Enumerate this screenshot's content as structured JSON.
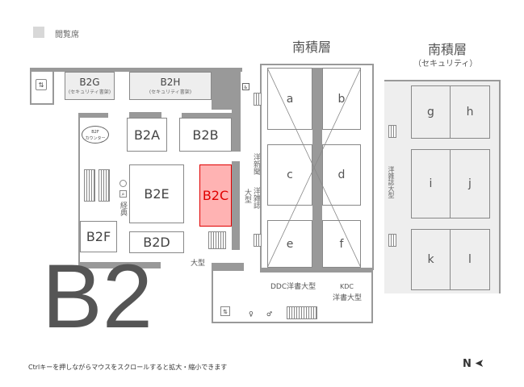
{
  "legend": {
    "label": "閲覧席",
    "swatch_color": "#d8d8d8"
  },
  "floor": {
    "label": "B2"
  },
  "rooms": {
    "b2g": {
      "name": "B2G",
      "sub": "(セキュリティ書架)"
    },
    "b2h": {
      "name": "B2H",
      "sub": "(セキュリティ書架)"
    },
    "b2a": "B2A",
    "b2b": "B2B",
    "b2c": "B2C",
    "b2d": "B2D",
    "b2e": "B2E",
    "b2f": "B2F"
  },
  "counter": {
    "line1": "B2F",
    "line2": "カウンター"
  },
  "labels": {
    "keishin": "経典",
    "oogata": "大型",
    "yoshinbun": "洋新聞",
    "yozasshi": "洋雑誌",
    "oogata2": "大型",
    "yozasshi_oogata": "洋雑誌大型",
    "ddc": "DDC洋書大型",
    "kdc1": "KDC",
    "kdc2": "洋書大型"
  },
  "south_stack": {
    "title": "南積層",
    "shelves": [
      "a",
      "b",
      "c",
      "d",
      "e",
      "f"
    ]
  },
  "security_stack": {
    "title": "南積層",
    "subtitle": "（セキュリティ）",
    "shelves": [
      "g",
      "h",
      "i",
      "j",
      "k",
      "l"
    ]
  },
  "highlight_color": "#ffb3b3",
  "highlight_text_color": "#e00000",
  "footer": {
    "hint": "Ctrlキーを押しながらマウスをスクロールすると拡大・縮小できます",
    "north": "N"
  }
}
